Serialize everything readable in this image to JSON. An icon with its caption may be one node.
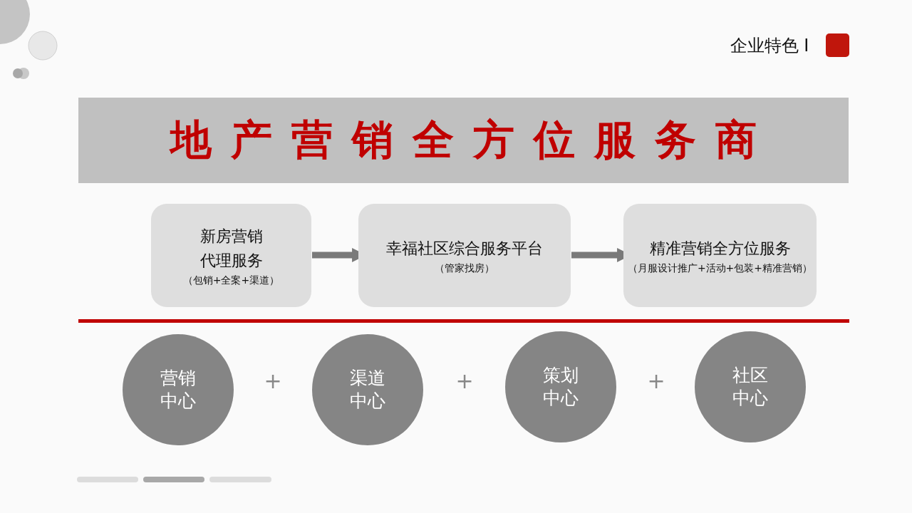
{
  "diagram": {
    "title": "地产营销全方位服务商",
    "nodes": [
      {
        "text": [
          "新房营销代理服务",
          "（包销+全案+渠道）"
        ]
      },
      {
        "text": [
          "幸福社区综合服务平台",
          "（管家找房）"
        ]
      },
      {
        "text": [
          "精准营销全方位服务",
          "（月服设计推广+活动+包装+精准营销）"
        ]
      },
      {
        "text": [
          "营销中心"
        ]
      },
      {
        "text": [
          "渠道中心"
        ]
      },
      {
        "text": [
          "策划中心"
        ]
      },
      {
        "text": [
          "社区中心"
        ]
      }
    ],
    "edges": [
      {
        "from": 0,
        "to": 1,
        "arrow": "to"
      },
      {
        "from": 1,
        "to": 2,
        "arrow": "to"
      }
    ],
    "labels": [
      "企业特色 I",
      "+",
      "+",
      "+"
    ]
  }
}
